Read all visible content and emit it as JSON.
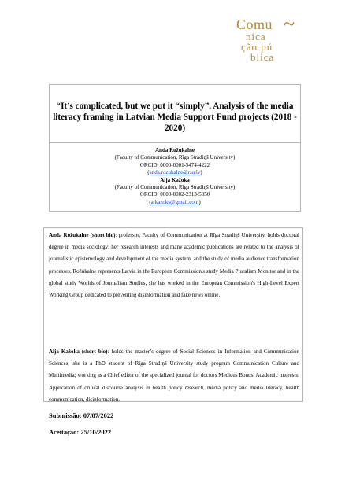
{
  "logo": {
    "line1": "Comu",
    "line2": "nica",
    "line3": "ção pú",
    "line4": "blica"
  },
  "title": "“It’s complicated, but we put it “simply”. Analysis of the media literacy framing in Latvian Media Support Fund projects (2018 - 2020)",
  "authors": [
    {
      "name": "Anda Rožukalne",
      "affiliation": "(Faculty of Communication, Rīga Stradiņš University)",
      "orcid": "ORCID: 0000-0001-5474-4222",
      "email": "anda.rozukalne@rsu.lv"
    },
    {
      "name": "Aija Kažoka",
      "affiliation": "(Faculty of Communication, Rīga Stradiņš University)",
      "orcid": "ORCID: 0000-0002-2313-5050",
      "email": "aikazoks@gmail.com"
    }
  ],
  "bios": [
    {
      "name": "Anda Rožukalne (short bio)",
      "text": ": professor, Faculty of Communication at Rīga Stradiņš University, holds doctoral degree in media sociology; her research interests and many academic publications are related to the analysis of journalistic epistemology and development of the media system, and the study of media audience transformation processes. Rožukalne represents Latvia in the European Commission's study Media Pluralism Monitor and in the global study Worlds of Journalism Studies, she has worked in the European Commission's High-Level Expert Working Group dedicated to preventing disinformation and fake news online."
    },
    {
      "name": "Aija Kažoka (short bio)",
      "text": ": holds the master’s degree of Social Sciences in Information and Communication Sciences; she is a PhD student of Rīga Stradiņš University study program Communication Culture and Multimedia; working as a Chief editor of the specialized journal for doctors Medicus Bonus. Academic interests: Application of critical discourse analysis in health policy research, media policy and media literacy, health communication, disinformation."
    }
  ],
  "submission": "Submissão: 07/07/2022",
  "acceptance": "Aceitação: 25/10/2022"
}
